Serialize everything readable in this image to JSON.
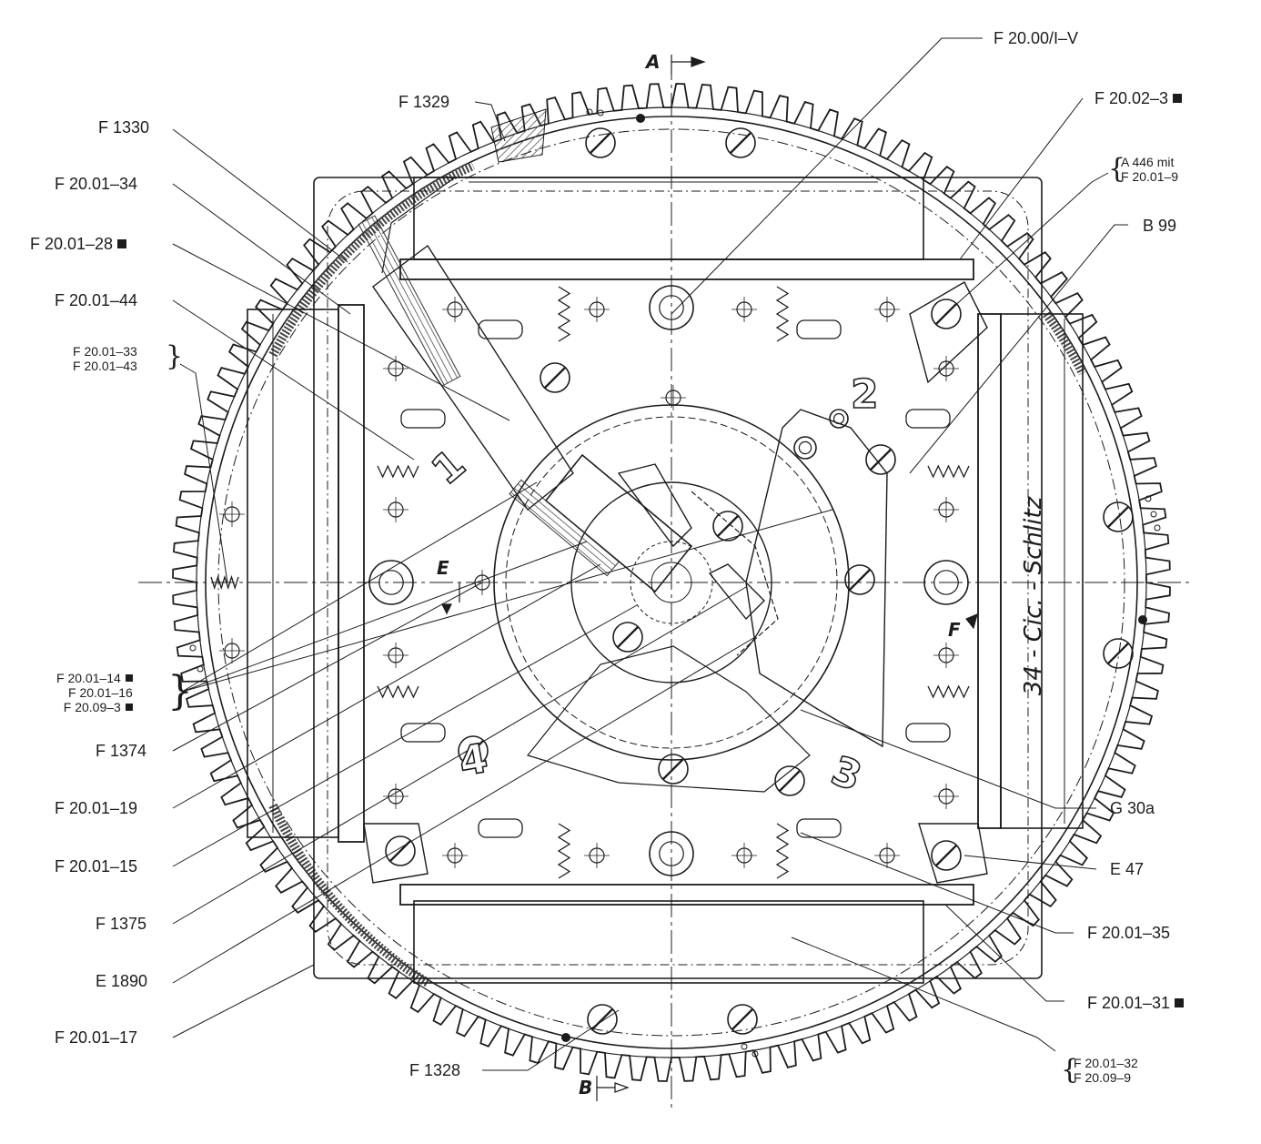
{
  "labels": {
    "f2000": "F 20.00/I–V",
    "f1329": "F 1329",
    "f20023": "F 20.02–3",
    "f1330": "F 1330",
    "a446_1": "A 446 mit",
    "a446_2": "F 20.01–9",
    "f200134": "F 20.01–34",
    "f200128": "F 20.01–28",
    "b99": "B 99",
    "f200144": "F 20.01–44",
    "f200133": "F 20.01–33",
    "f200143": "F 20.01–43",
    "f200114": "F 20.01–14",
    "f200116": "F 20.01–16",
    "f20093": "F 20.09–3",
    "f1374": "F 1374",
    "f200119": "F 20.01–19",
    "g30a": "G 30a",
    "f200115": "F 20.01–15",
    "e47": "E 47",
    "f1375": "F 1375",
    "f200135": "F 20.01–35",
    "e1890": "E 1890",
    "f200131": "F 20.01–31",
    "f200117": "F 20.01–17",
    "f1328": "F 1328",
    "f200132": "F 20.01–32",
    "f20099": "F 20.09–9"
  },
  "section_marks": {
    "a": "A",
    "b": "B",
    "e": "E",
    "f": "F"
  },
  "station_numbers": {
    "one": "1",
    "two": "2",
    "three": "3",
    "four": "4"
  },
  "slot_text": "34 - Cic. - Schlitz",
  "colors": {
    "ink": "#1c1c1c",
    "paper": "#ffffff",
    "hatch": "#555555"
  }
}
